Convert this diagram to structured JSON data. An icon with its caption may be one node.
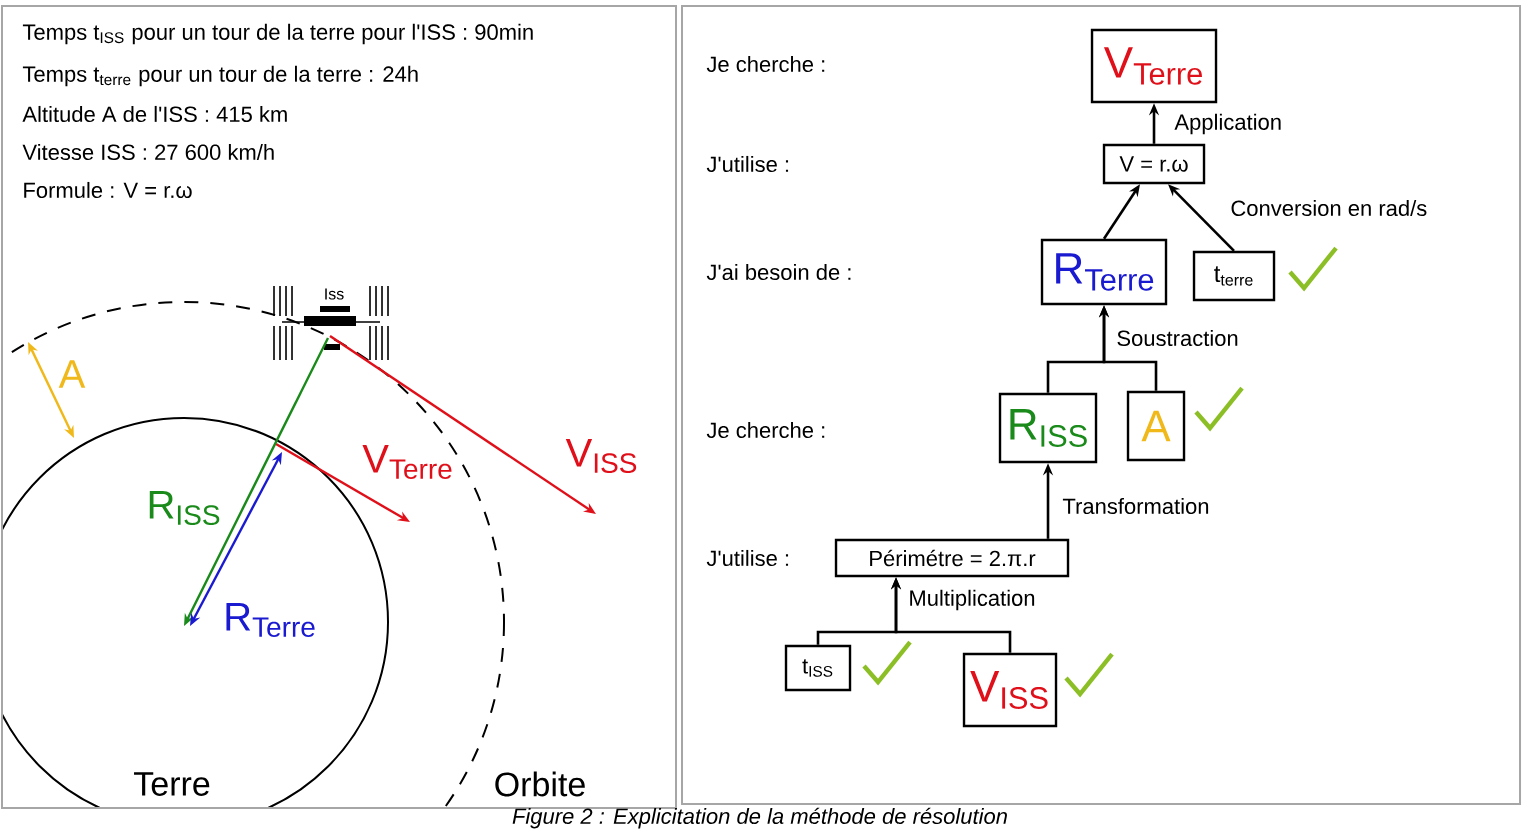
{
  "diagram": {
    "caption": "Figure 2 : Explicitation de la méthode de résolution",
    "nodes": [
      {
        "text": [
          "V$_{Terre}$"
        ]
      },
      {
        "text": [
          "V = r.ω"
        ]
      },
      {
        "text": [
          "R$_{Terre}$"
        ]
      },
      {
        "text": [
          "t$_{terre}$"
        ]
      },
      {
        "text": [
          "R$_{ISS}$"
        ]
      },
      {
        "text": [
          "A"
        ]
      },
      {
        "text": [
          "Périmétre = 2.π.r"
        ]
      },
      {
        "text": [
          "t$_{ISS}$"
        ]
      },
      {
        "text": [
          "V$_{ISS}$"
        ]
      }
    ],
    "edges": [
      {
        "from": 1,
        "to": 0,
        "arrow": "to",
        "label": "Application"
      },
      {
        "from": 2,
        "to": 1,
        "arrow": "to"
      },
      {
        "from": 3,
        "to": 1,
        "arrow": "to",
        "label": "Conversion en rad/s"
      },
      {
        "from": 4,
        "to": 2,
        "arrow": "to",
        "label": "Soustraction"
      },
      {
        "from": 5,
        "to": 2,
        "arrow": "to"
      },
      {
        "from": 6,
        "to": 4,
        "arrow": "to",
        "label": "Transformation"
      },
      {
        "from": 7,
        "to": 6,
        "arrow": "to",
        "label": "Multiplication"
      },
      {
        "from": 8,
        "to": 6,
        "arrow": "to"
      }
    ],
    "labels": [
      "Temps t$_{ISS}$ pour un tour de la terre pour l'ISS : 90min",
      "Temps t$_{terre}$ pour un tour de la terre : 24h",
      "Altitude A de l'ISS : 415 km",
      "Vitesse ISS : 27 600 km/h",
      "Formule : V = r.ω",
      "Iss",
      "A",
      "V$_{Terre}$",
      "V$_{ISS}$",
      "R$_{ISS}$",
      "R$_{Terre}$",
      "Terre",
      "Orbite",
      "Je cherche :",
      "J'utilise :",
      "J'ai besoin de :",
      "Je cherche :",
      "J'utilise :"
    ]
  }
}
